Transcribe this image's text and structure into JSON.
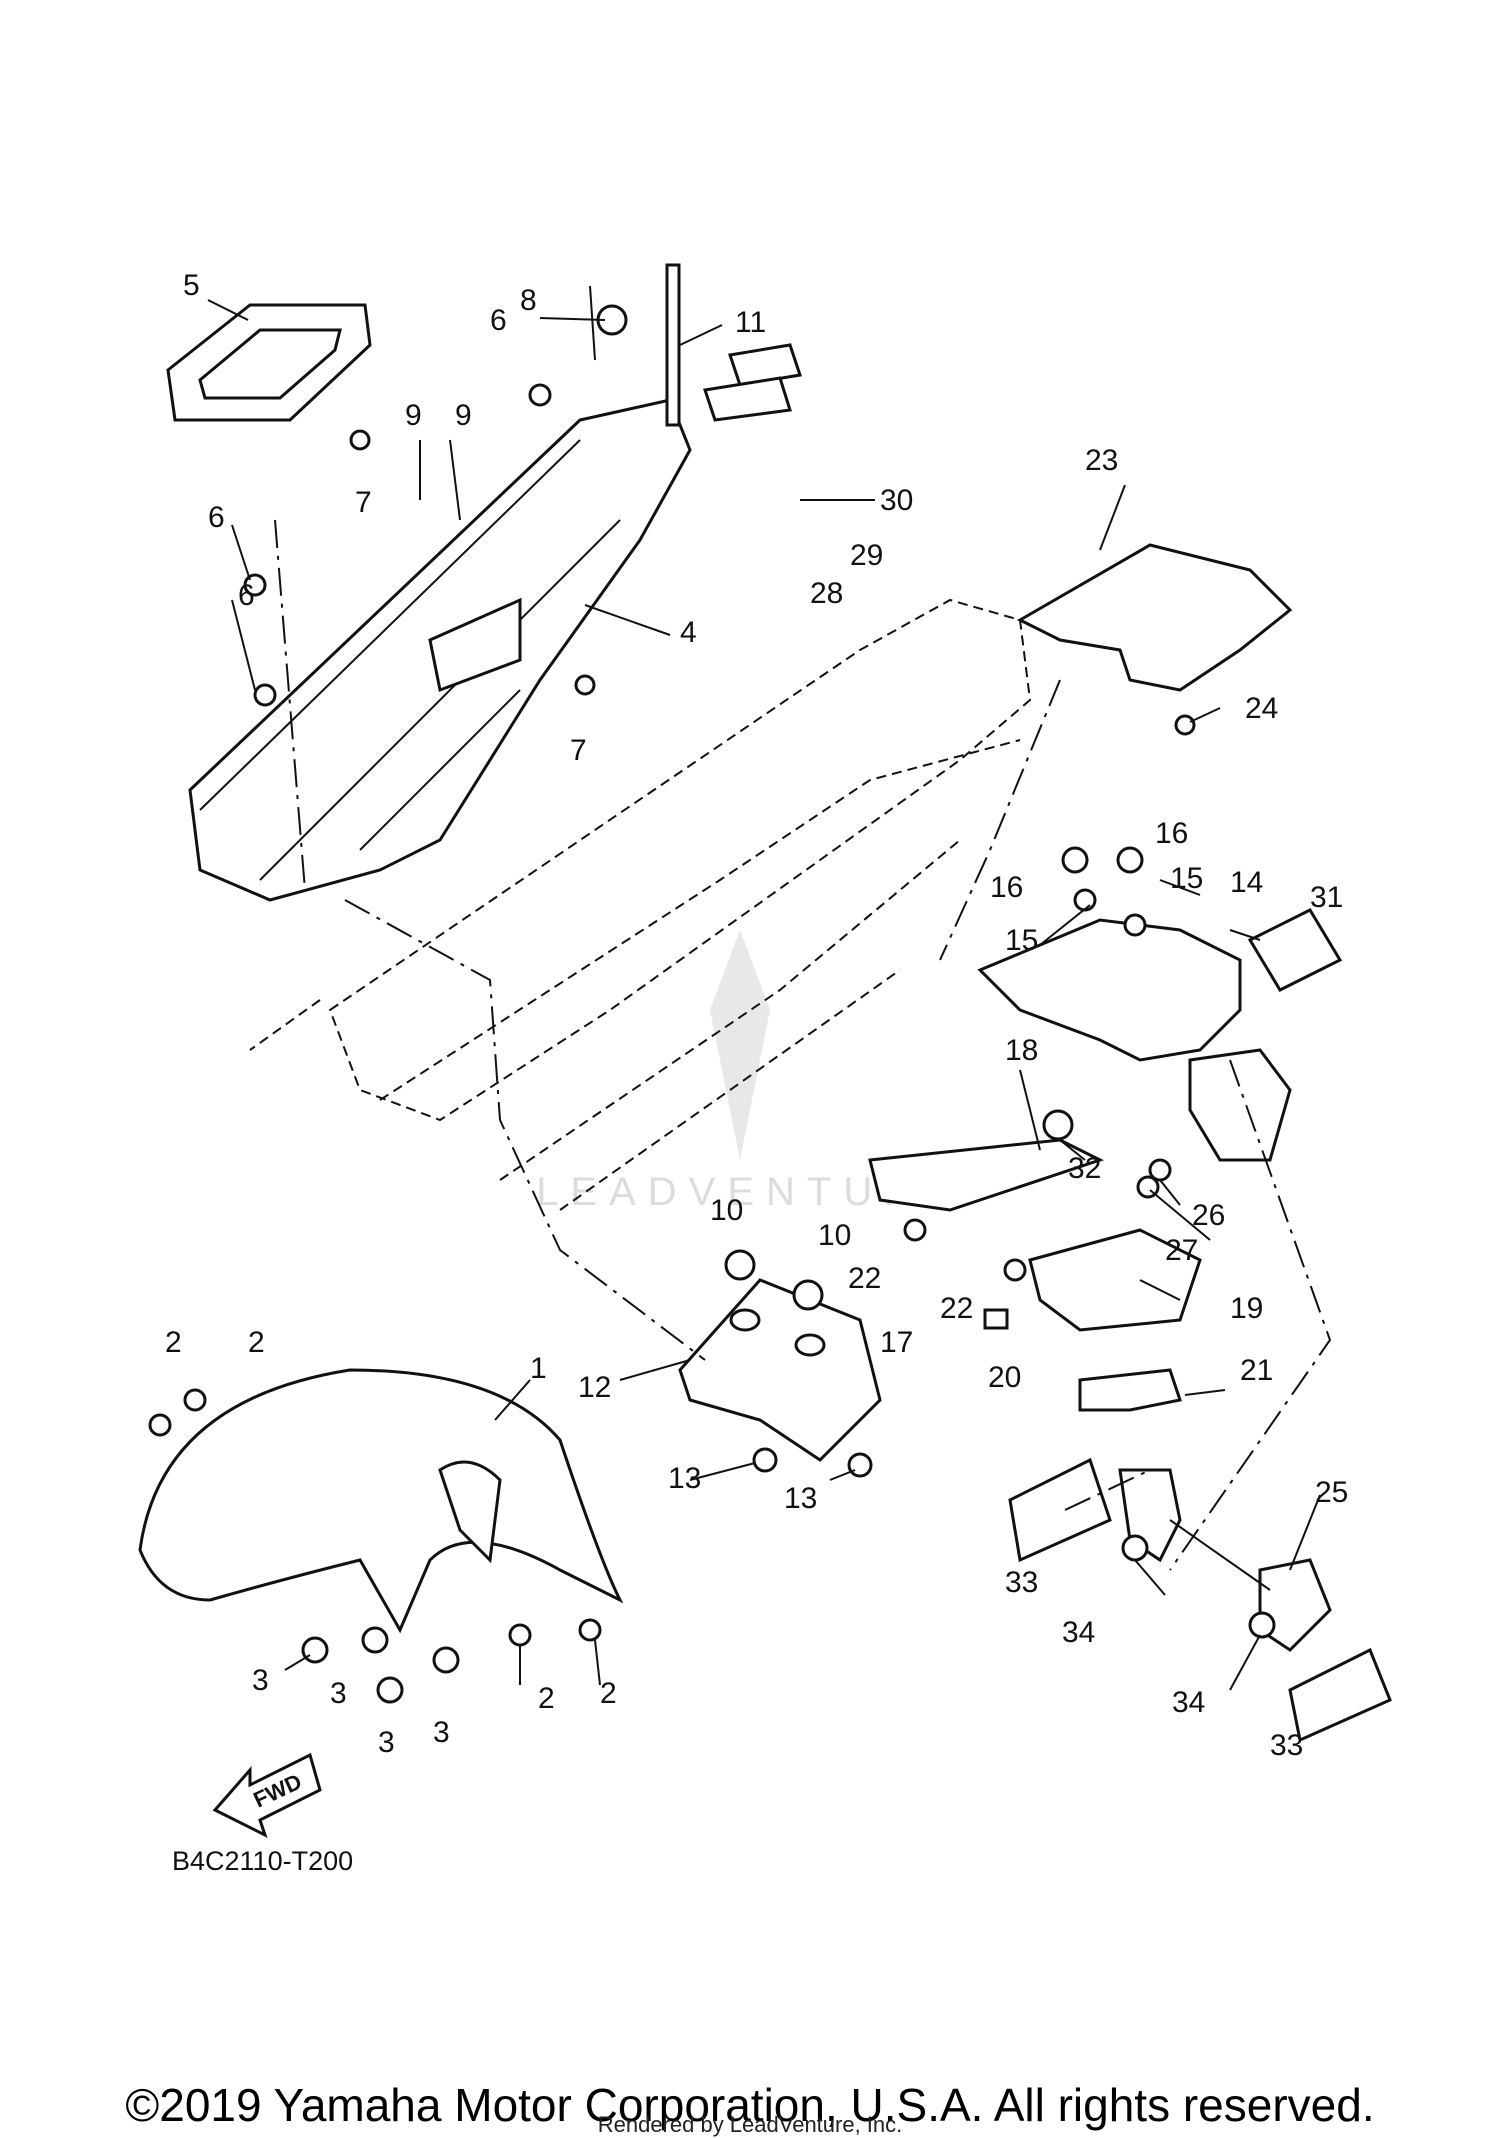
{
  "callouts": [
    {
      "n": "1"
    },
    {
      "n": "2"
    },
    {
      "n": "3"
    },
    {
      "n": "4"
    },
    {
      "n": "5"
    },
    {
      "n": "6"
    },
    {
      "n": "7"
    },
    {
      "n": "8"
    },
    {
      "n": "9"
    },
    {
      "n": "10"
    },
    {
      "n": "11"
    },
    {
      "n": "12"
    },
    {
      "n": "13"
    },
    {
      "n": "14"
    },
    {
      "n": "15"
    },
    {
      "n": "16"
    },
    {
      "n": "17"
    },
    {
      "n": "18"
    },
    {
      "n": "19"
    },
    {
      "n": "20"
    },
    {
      "n": "21"
    },
    {
      "n": "22"
    },
    {
      "n": "23"
    },
    {
      "n": "24"
    },
    {
      "n": "25"
    },
    {
      "n": "26"
    },
    {
      "n": "27"
    },
    {
      "n": "28"
    },
    {
      "n": "29"
    },
    {
      "n": "30"
    },
    {
      "n": "31"
    },
    {
      "n": "32"
    },
    {
      "n": "33"
    },
    {
      "n": "34"
    }
  ],
  "fwd_label": "FWD",
  "diagram_code": "B4C2110-T200",
  "watermark": "LEADVENTURE",
  "copyright": "©2019 Yamaha Motor Corporation, U.S.A. All rights reserved.",
  "rendered_by": "Rendered by LeadVenture, Inc."
}
